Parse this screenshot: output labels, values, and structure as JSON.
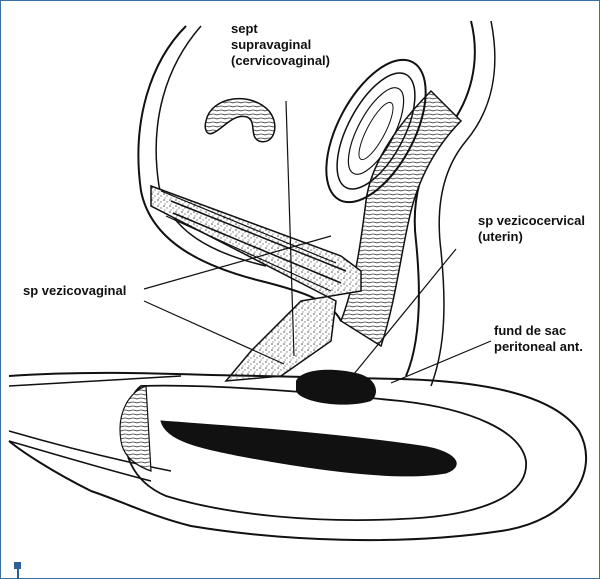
{
  "labels": {
    "sept_supravaginal": [
      "sept",
      "supravaginal",
      "(cervicovaginal)"
    ],
    "sp_vezicovaginal": "sp vezicovaginal",
    "sp_vezicocervical": [
      "sp vezicocervical",
      "(uterin)"
    ],
    "fund_de_sac": [
      "fund de sac",
      "peritoneal ant."
    ]
  },
  "colors": {
    "frame_border": "#3a6fa3",
    "ink": "#111111",
    "marker": "#2f5f96"
  }
}
